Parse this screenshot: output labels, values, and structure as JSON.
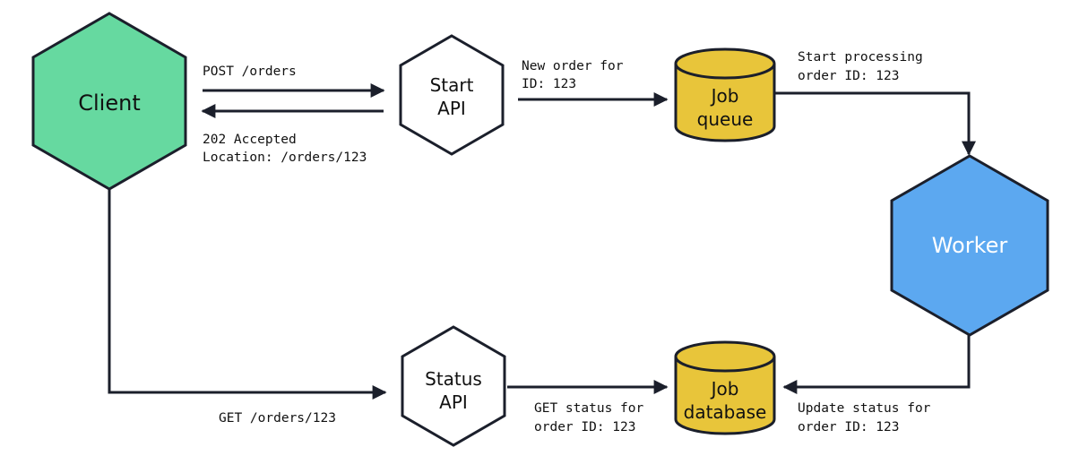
{
  "colors": {
    "client": "#66d9a0",
    "worker": "#5ca8f0",
    "store": "#e8c53a",
    "api": "#ffffff",
    "stroke": "#1b1f2b"
  },
  "nodes": {
    "client": {
      "label": "Client"
    },
    "start_api": {
      "line1": "Start",
      "line2": "API"
    },
    "status_api": {
      "line1": "Status",
      "line2": "API"
    },
    "job_queue": {
      "line1": "Job",
      "line2": "queue"
    },
    "job_database": {
      "line1": "Job",
      "line2": "database"
    },
    "worker": {
      "label": "Worker"
    }
  },
  "edges": {
    "post_orders": {
      "line1": "POST /orders"
    },
    "accepted": {
      "line1": "202 Accepted",
      "line2": "Location: /orders/123"
    },
    "new_order": {
      "line1": "New order for",
      "line2": "ID: 123"
    },
    "start_processing": {
      "line1": "Start processing",
      "line2": "order ID: 123"
    },
    "get_orders": {
      "line1": "GET /orders/123"
    },
    "get_status": {
      "line1": "GET status for",
      "line2": "order ID: 123"
    },
    "update_status": {
      "line1": "Update status for",
      "line2": "order ID: 123"
    }
  }
}
